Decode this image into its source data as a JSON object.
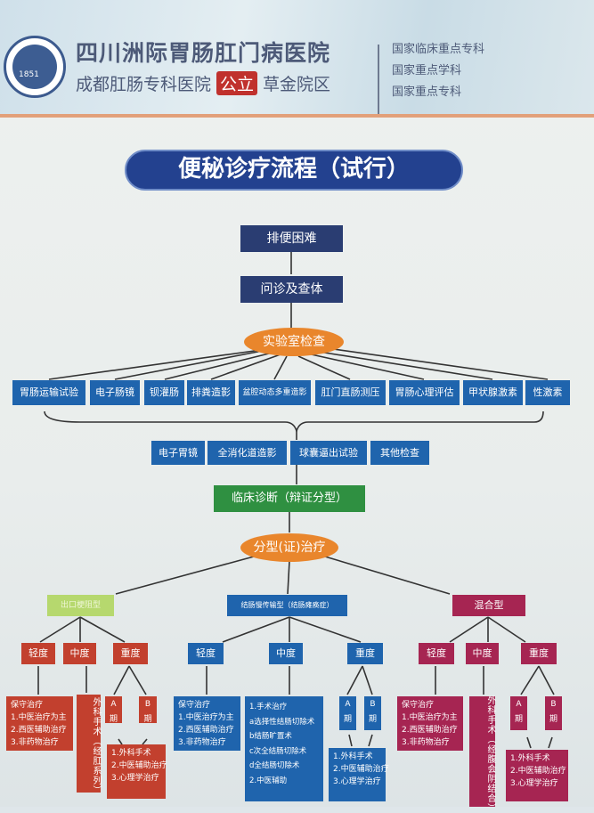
{
  "header": {
    "hospital_name": "四川洲际胃肠肛门病医院",
    "subtitle_left": "成都肛肠专科医院",
    "badge": "公立",
    "subtitle_right": "草金院区",
    "logo_year": "1851",
    "honors": [
      "国家临床重点专科",
      "国家重点学科",
      "国家重点专科"
    ]
  },
  "title": "便秘诊疗流程（试行）",
  "flow": {
    "start": "排便困难",
    "consult": "问诊及查体",
    "lab": "实验室检查",
    "tests": [
      "胃肠运输试验",
      "电子肠镜",
      "钡灌肠",
      "排粪造影",
      "盆腔动态多重造影",
      "肛门直肠测压",
      "胃肠心理评估",
      "甲状腺激素",
      "性激素"
    ],
    "extra_tests": [
      "电子胃镜",
      "全消化道造影",
      "球囊逼出试验",
      "其他检查"
    ],
    "diagnosis": "临床诊断（辩证分型）",
    "treatment": "分型(证)治疗"
  },
  "types": [
    {
      "name": "出口梗阻型",
      "severity": [
        "轻度",
        "中度",
        "重度"
      ],
      "mild": [
        "保守治疗",
        "1.中医治疗为主",
        "2.西医辅助治疗",
        "3.非药物治疗"
      ],
      "moderate": "外科手术（经肛系列）",
      "stages": [
        [
          "A",
          "期"
        ],
        [
          "B",
          "期"
        ]
      ],
      "severe": [
        "1.外科手术",
        "2.中医辅助治疗",
        "3.心理学治疗"
      ]
    },
    {
      "name": "结肠慢传输型（结肠瘫痪症）",
      "severity": [
        "轻度",
        "中度",
        "重度"
      ],
      "mild": [
        "保守治疗",
        "1.中医治疗为主",
        "2.西医辅助治疗",
        "3.非药物治疗"
      ],
      "moderate": [
        "1.手术治疗",
        "a选择性结肠切除术",
        "b结肠旷置术",
        "c次全结肠切除术",
        "d全结肠切除术",
        "2.中医辅助"
      ],
      "stages": [
        [
          "A",
          "期"
        ],
        [
          "B",
          "期"
        ]
      ],
      "severe": [
        "1.外科手术",
        "2.中医辅助治疗",
        "3.心理学治疗"
      ]
    },
    {
      "name": "混合型",
      "severity": [
        "轻度",
        "中度",
        "重度"
      ],
      "mild": [
        "保守治疗",
        "1.中医治疗为主",
        "2.西医辅助治疗",
        "3.非药物治疗"
      ],
      "moderate": "外科手术（经腹会阴结合）",
      "stages": [
        [
          "A",
          "期"
        ],
        [
          "B",
          "期"
        ]
      ],
      "severe": [
        "1.外科手术",
        "2.中医辅助治疗",
        "3.心理学治疗"
      ]
    }
  ],
  "colors": {
    "blue": "#1f64ad",
    "red": "#c2402e",
    "magenta": "#a62552",
    "orange": "#e9862c",
    "green": "#2f9041",
    "lime": "#b6d86e"
  }
}
